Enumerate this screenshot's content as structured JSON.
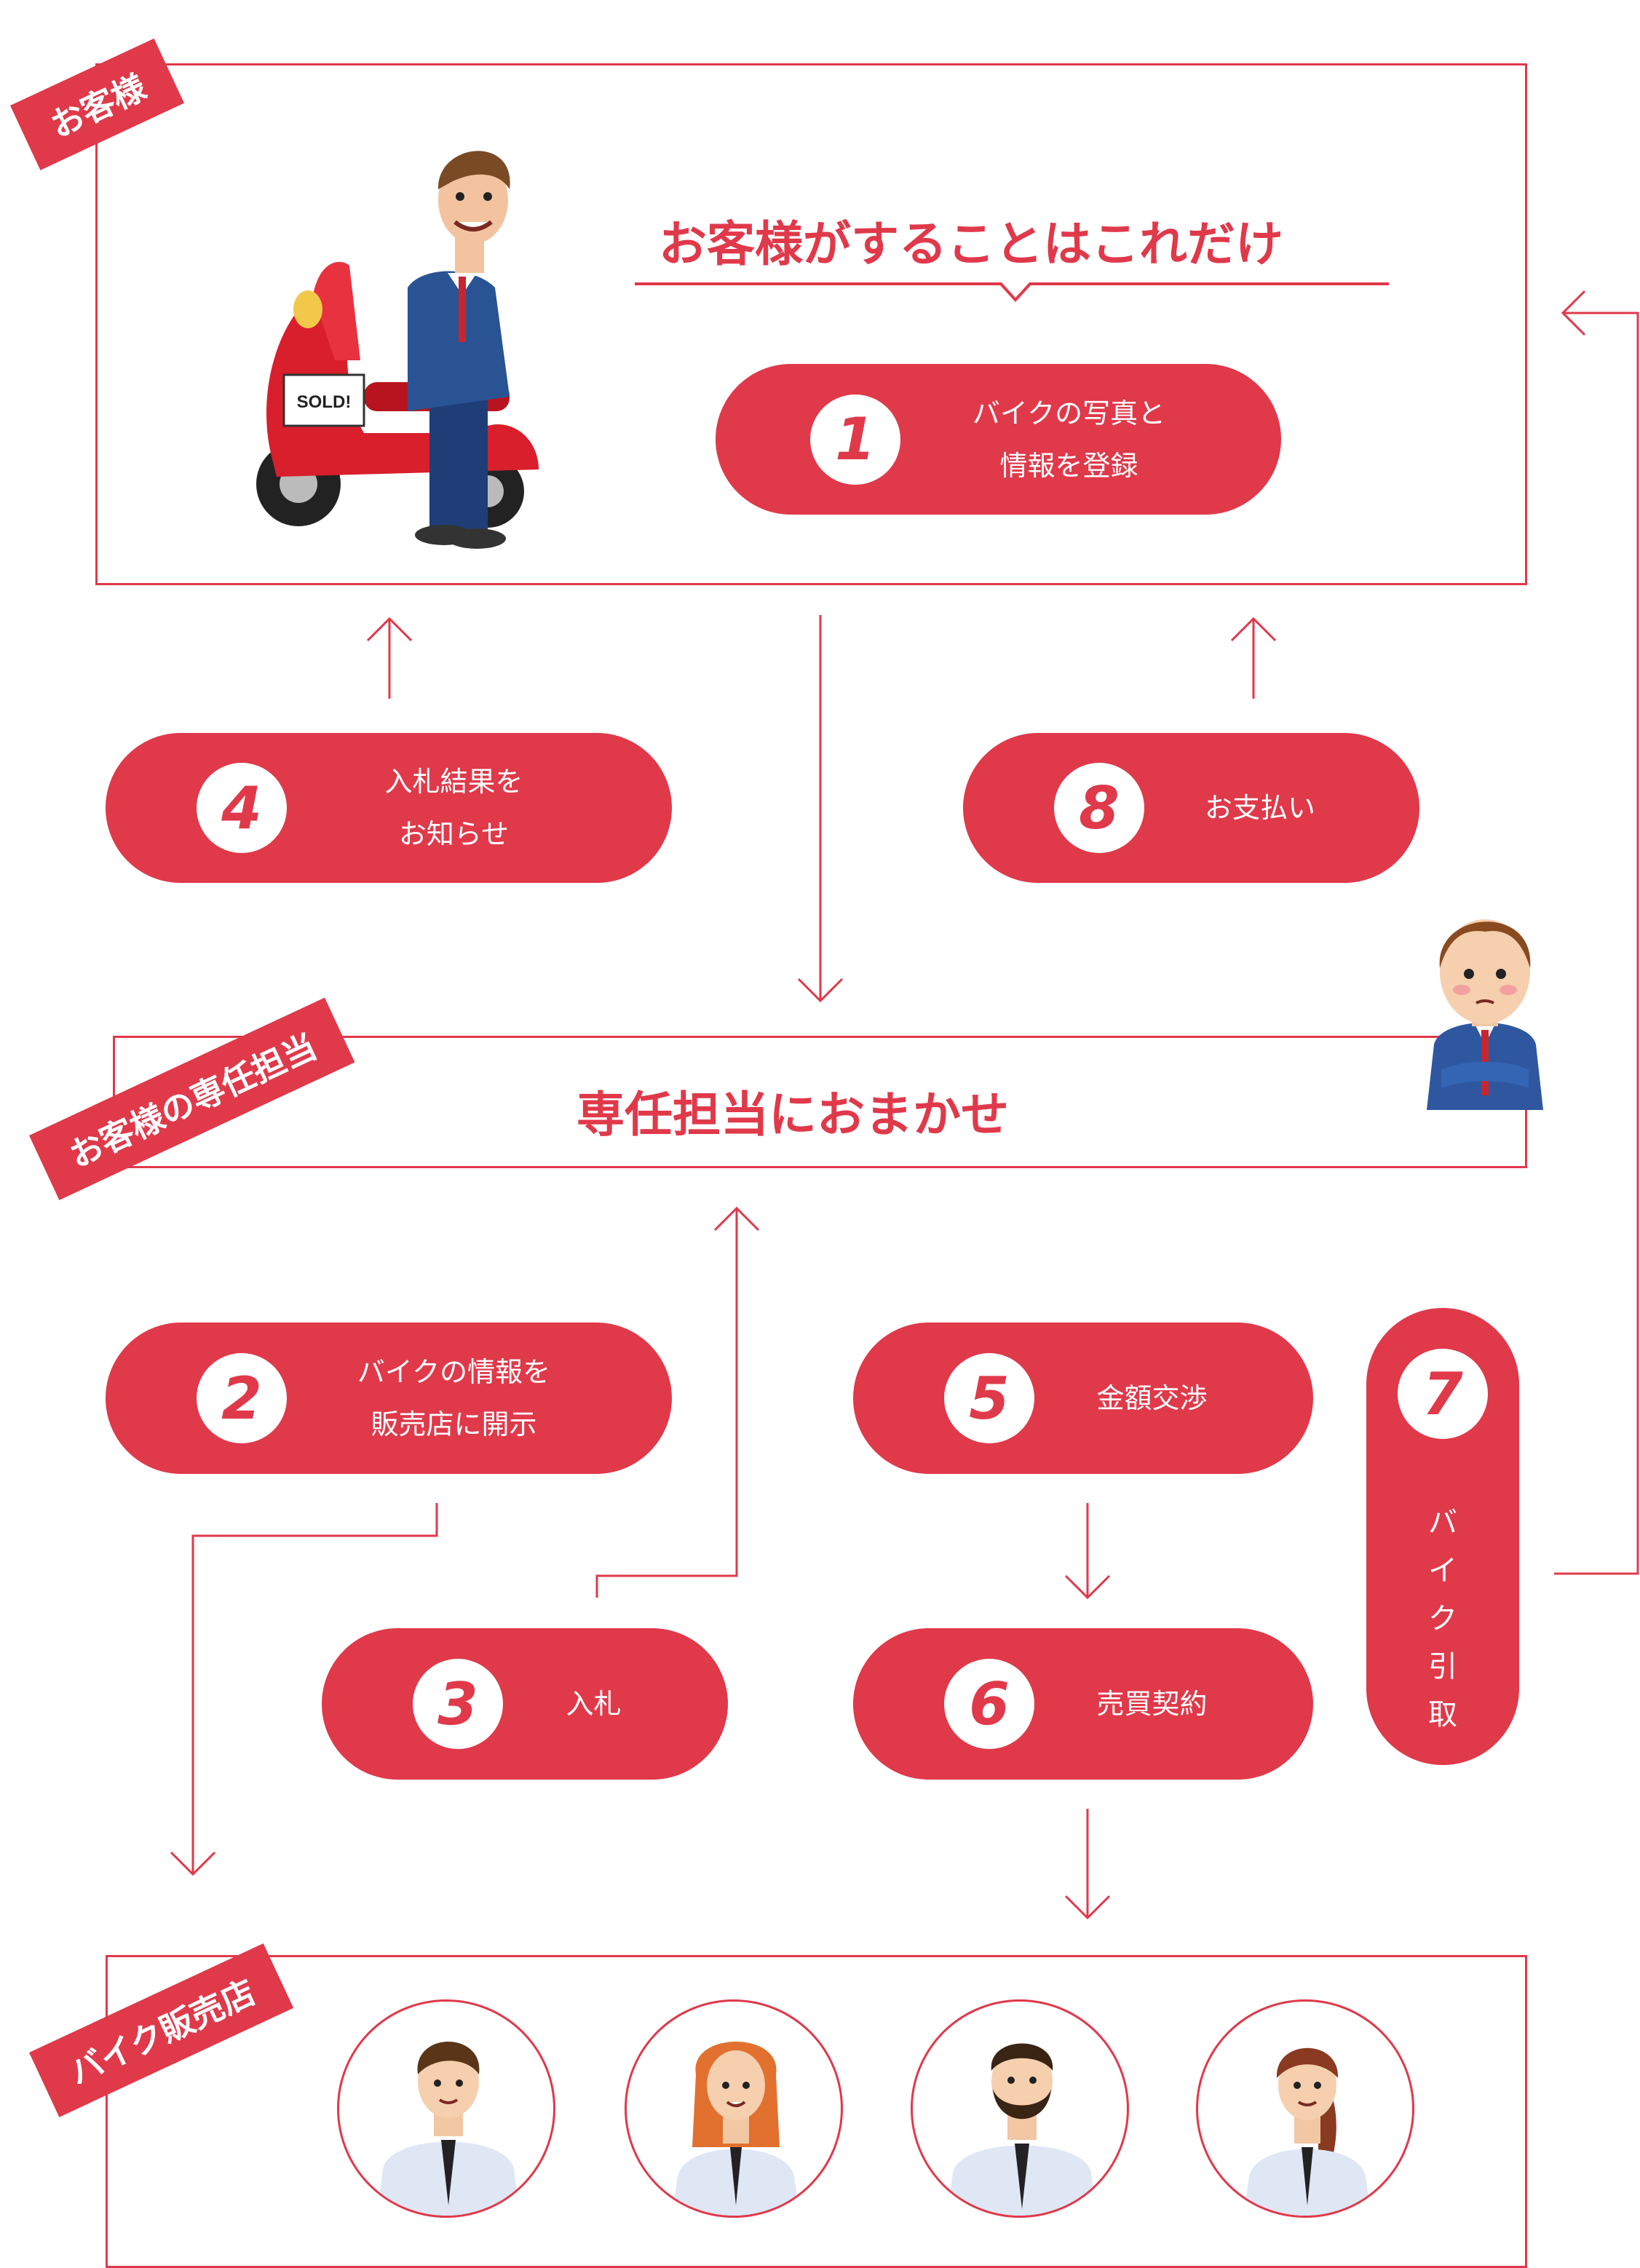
{
  "colors": {
    "accent": "#e0394a",
    "background": "#ffffff"
  },
  "sections": {
    "customer": {
      "tag": "お客様",
      "heading": "お客様がすることはこれだけ"
    },
    "agent": {
      "tag": "お客様の専任担当",
      "heading": "専任担当におまかせ"
    },
    "shop": {
      "tag": "バイク販売店"
    }
  },
  "steps": {
    "s1": {
      "num": "1",
      "label": "バイクの写真と\n情報を登録"
    },
    "s2": {
      "num": "2",
      "label": "バイクの情報を\n販売店に開示"
    },
    "s3": {
      "num": "3",
      "label": "入札"
    },
    "s4": {
      "num": "4",
      "label": "入札結果を\nお知らせ"
    },
    "s5": {
      "num": "5",
      "label": "金額交渉"
    },
    "s6": {
      "num": "6",
      "label": "売買契約"
    },
    "s7": {
      "num": "7",
      "label": "バイク引取"
    },
    "s8": {
      "num": "8",
      "label": "お支払い"
    }
  },
  "illustrations": {
    "scooter_sign": "SOLD!",
    "customer_icon": "man-with-scooter-icon",
    "agent_icon": "agent-man-icon",
    "staff_icons": [
      "staff-man-icon",
      "staff-woman-redhair-icon",
      "staff-man-beard-icon",
      "staff-woman-ponytail-icon"
    ]
  }
}
